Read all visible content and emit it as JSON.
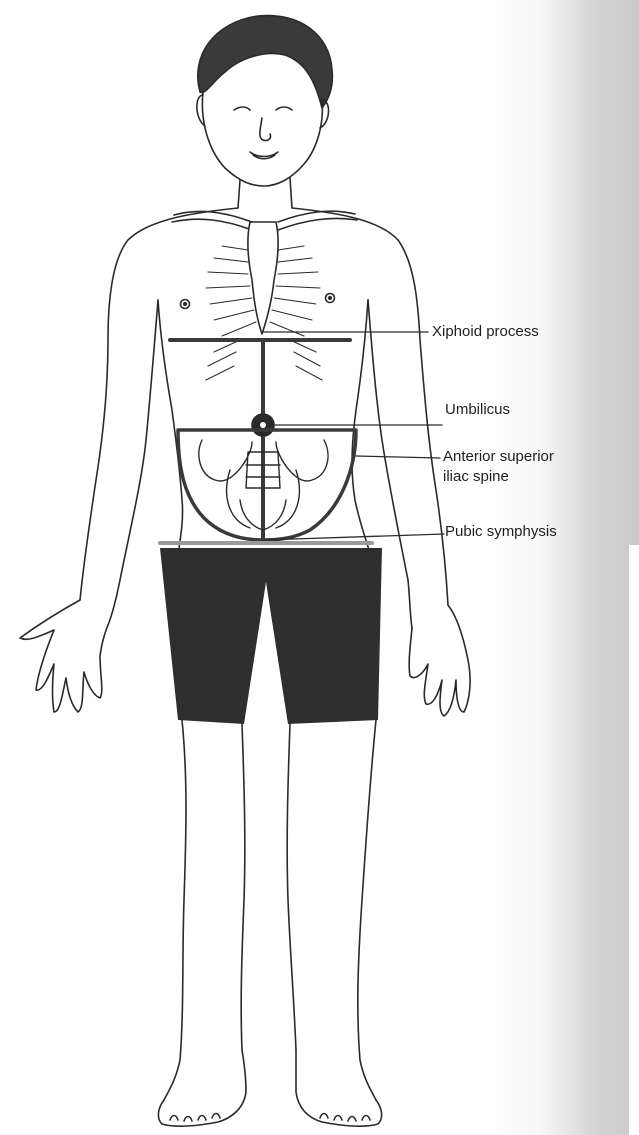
{
  "diagram": {
    "labels": {
      "xiphoid": "Xiphoid process",
      "umbilicus": "Umbilicus",
      "asis_line1": "Anterior superior",
      "asis_line2": "iliac spine",
      "pubic": "Pubic symphysis"
    },
    "colors": {
      "ink": "#2a2a2a",
      "marker": "#3a3a3a",
      "shorts": "#2e2e2e",
      "waistband": "#9a9a9a",
      "gutter_shadow": "#c9c9c9"
    }
  }
}
